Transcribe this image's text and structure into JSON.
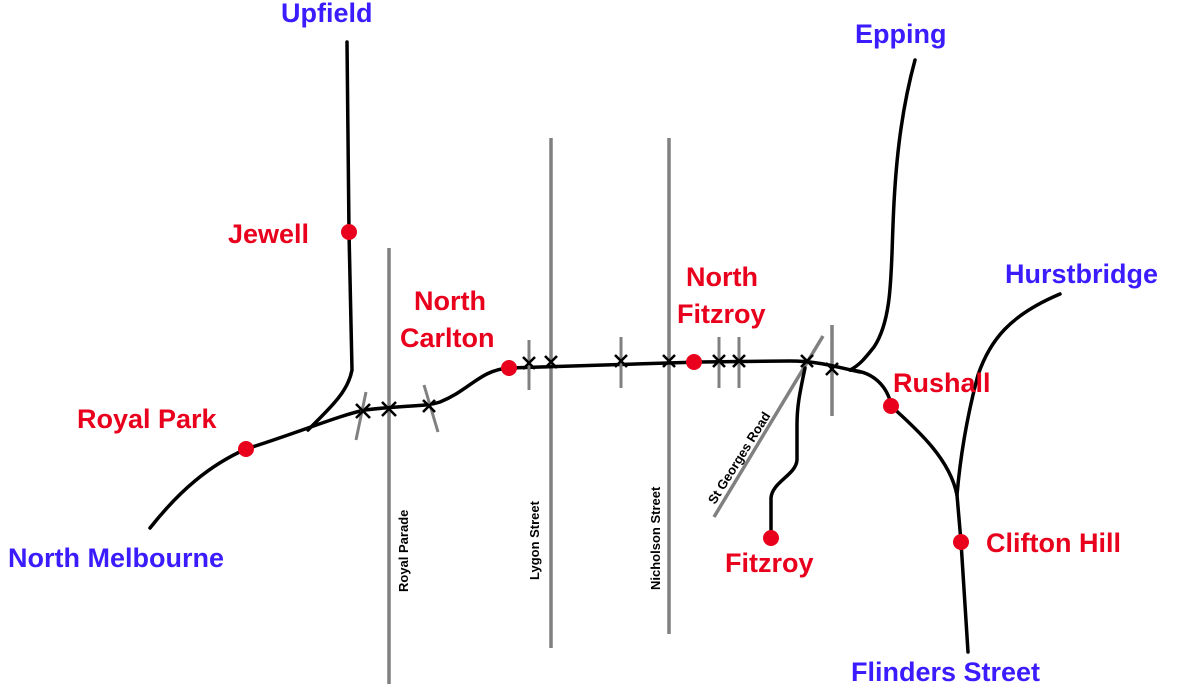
{
  "colors": {
    "destination": "#3a1cff",
    "station": "#e8001c",
    "track": "#000000",
    "road": "#808080"
  },
  "destinations": {
    "upfield": "Upfield",
    "epping": "Epping",
    "hurstbridge": "Hurstbridge",
    "north_melbourne": "North Melbourne",
    "flinders_street": "Flinders Street"
  },
  "stations": {
    "jewell": "Jewell",
    "royal_park": "Royal Park",
    "north_carlton_1": "North",
    "north_carlton_2": "Carlton",
    "north_fitzroy_1": "North",
    "north_fitzroy_2": "Fitzroy",
    "rushall": "Rushall",
    "fitzroy": "Fitzroy",
    "clifton_hill": "Clifton Hill"
  },
  "roads": {
    "royal_parade": "Royal Parade",
    "lygon_street": "Lygon Street",
    "nicholson_street": "Nicholson Street",
    "st_georges_road": "St Georges Road"
  }
}
